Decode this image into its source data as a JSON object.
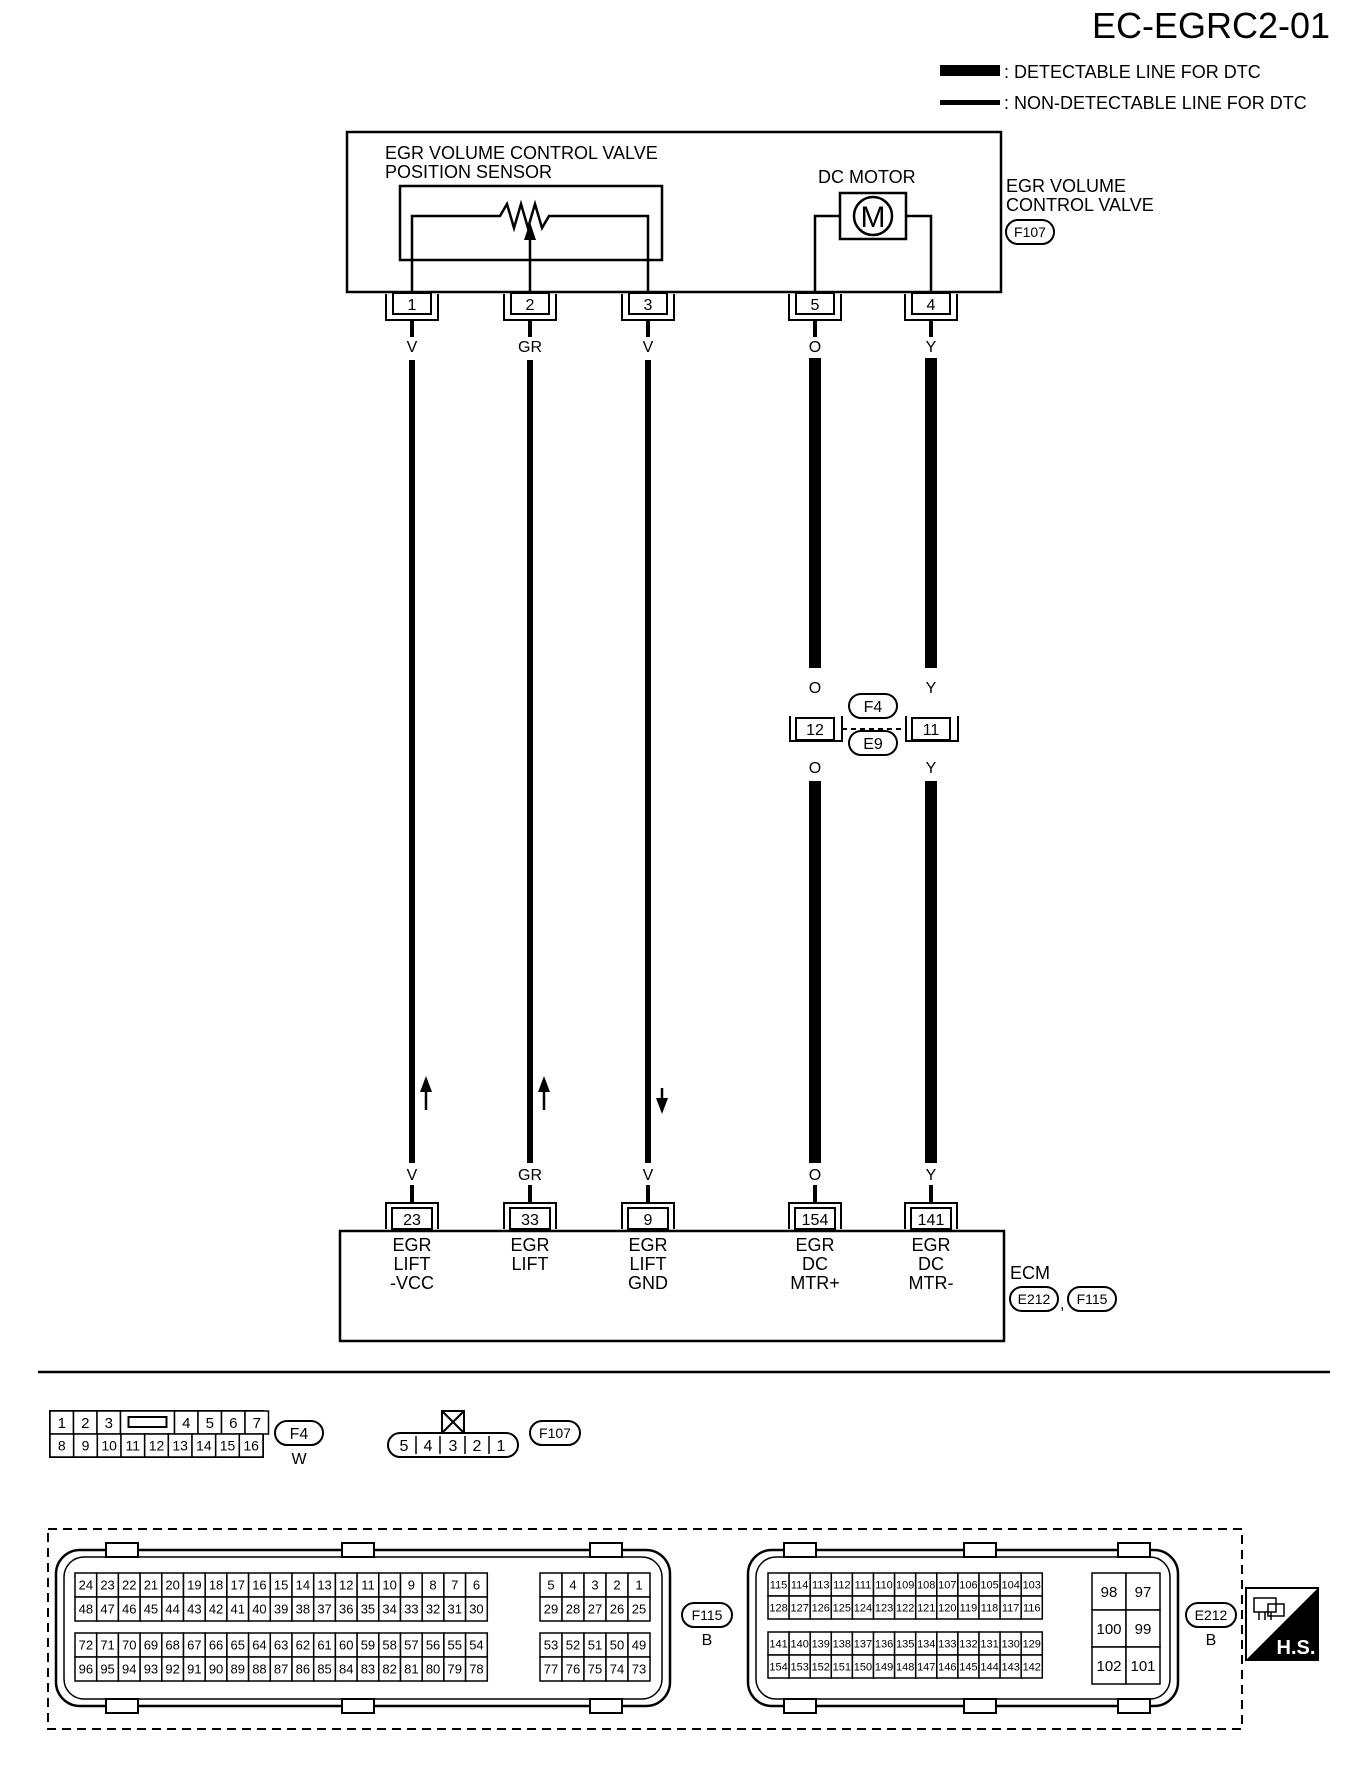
{
  "title": "EC-EGRC2-01",
  "legend": {
    "detectable": ": DETECTABLE LINE FOR DTC",
    "non_detectable": ": NON-DETECTABLE LINE FOR DTC"
  },
  "valve": {
    "sensor_line1": "EGR VOLUME CONTROL VALVE",
    "sensor_line2": "POSITION SENSOR",
    "motor_label": "DC MOTOR",
    "motor_symbol": "M",
    "name_line1": "EGR VOLUME",
    "name_line2": "CONTROL VALVE",
    "connector": "F107",
    "pins": [
      {
        "num": "1",
        "color_top": "V"
      },
      {
        "num": "2",
        "color_top": "GR"
      },
      {
        "num": "3",
        "color_top": "V"
      },
      {
        "num": "5",
        "color_top": "O"
      },
      {
        "num": "4",
        "color_top": "Y"
      }
    ]
  },
  "joint": {
    "connector_top": "F4",
    "connector_bottom": "E9",
    "pins": [
      {
        "num": "12",
        "color_above": "O",
        "color_below": "O"
      },
      {
        "num": "11",
        "color_above": "Y",
        "color_below": "Y"
      }
    ]
  },
  "ecm": {
    "name": "ECM",
    "connectors": [
      "E212",
      "F115"
    ],
    "connector_sep": ",",
    "terminals": [
      {
        "num": "23",
        "color": "V",
        "label": [
          "EGR",
          "LIFT",
          "-VCC"
        ]
      },
      {
        "num": "33",
        "color": "GR",
        "label": [
          "EGR",
          "LIFT"
        ]
      },
      {
        "num": "9",
        "color": "V",
        "label": [
          "EGR",
          "LIFT",
          "GND"
        ]
      },
      {
        "num": "154",
        "color": "O",
        "label": [
          "EGR",
          "DC",
          "MTR+"
        ]
      },
      {
        "num": "141",
        "color": "Y",
        "label": [
          "EGR",
          "DC",
          "MTR-"
        ]
      }
    ]
  },
  "connector_views": {
    "f4": {
      "id": "F4",
      "color": "W",
      "row1": [
        "1",
        "2",
        "3",
        "",
        "4",
        "5",
        "6",
        "7"
      ],
      "row2": [
        "8",
        "9",
        "10",
        "11",
        "12",
        "13",
        "14",
        "15",
        "16"
      ]
    },
    "f107": {
      "id": "F107",
      "pins": [
        "5",
        "4",
        "3",
        "2",
        "1"
      ]
    },
    "f115": {
      "id": "F115",
      "color": "B",
      "row1a": [
        "24",
        "23",
        "22",
        "21",
        "20",
        "19",
        "18",
        "17",
        "16",
        "15",
        "14",
        "13",
        "12",
        "11",
        "10",
        "9",
        "8",
        "7",
        "6"
      ],
      "row1b": [
        "5",
        "4",
        "3",
        "2",
        "1"
      ],
      "row2a": [
        "48",
        "47",
        "46",
        "45",
        "44",
        "43",
        "42",
        "41",
        "40",
        "39",
        "38",
        "37",
        "36",
        "35",
        "34",
        "33",
        "32",
        "31",
        "30"
      ],
      "row2b": [
        "29",
        "28",
        "27",
        "26",
        "25"
      ],
      "row3a": [
        "72",
        "71",
        "70",
        "69",
        "68",
        "67",
        "66",
        "65",
        "64",
        "63",
        "62",
        "61",
        "60",
        "59",
        "58",
        "57",
        "56",
        "55",
        "54"
      ],
      "row3b": [
        "53",
        "52",
        "51",
        "50",
        "49"
      ],
      "row4a": [
        "96",
        "95",
        "94",
        "93",
        "92",
        "91",
        "90",
        "89",
        "88",
        "87",
        "86",
        "85",
        "84",
        "83",
        "82",
        "81",
        "80",
        "79",
        "78"
      ],
      "row4b": [
        "77",
        "76",
        "75",
        "74",
        "73"
      ]
    },
    "e212": {
      "id": "E212",
      "color": "B",
      "row1": [
        "115",
        "114",
        "113",
        "112",
        "111",
        "110",
        "109",
        "108",
        "107",
        "106",
        "105",
        "104",
        "103"
      ],
      "row2": [
        "128",
        "127",
        "126",
        "125",
        "124",
        "123",
        "122",
        "121",
        "120",
        "119",
        "118",
        "117",
        "116"
      ],
      "row3": [
        "141",
        "140",
        "139",
        "138",
        "137",
        "136",
        "135",
        "134",
        "133",
        "132",
        "131",
        "130",
        "129"
      ],
      "row4": [
        "154",
        "153",
        "152",
        "151",
        "150",
        "149",
        "148",
        "147",
        "146",
        "145",
        "144",
        "143",
        "142"
      ],
      "big": [
        [
          "98",
          "97"
        ],
        [
          "100",
          "99"
        ],
        [
          "102",
          "101"
        ]
      ]
    }
  },
  "hs_badge": "H.S."
}
